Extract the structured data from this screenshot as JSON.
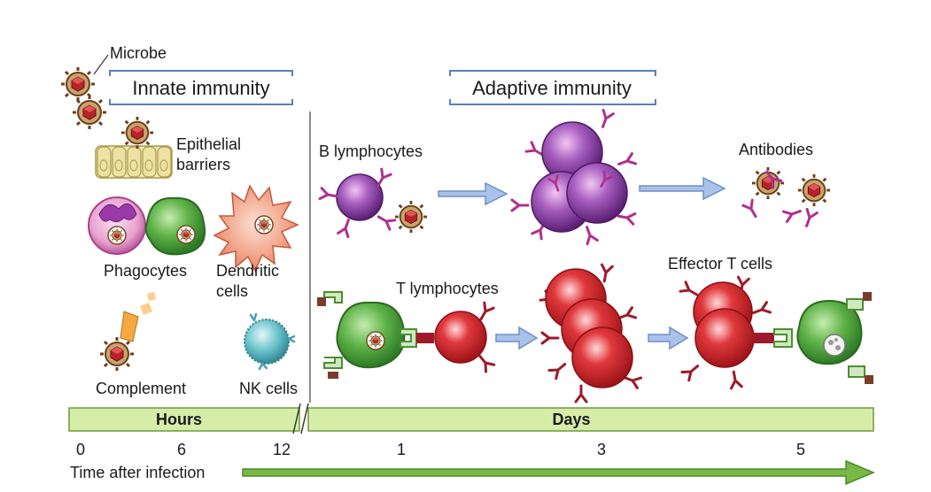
{
  "headers": {
    "innate": "Innate immunity",
    "adaptive": "Adaptive immunity"
  },
  "labels": {
    "microbe": "Microbe",
    "epithelial_1": "Epithelial",
    "epithelial_2": "barriers",
    "phagocytes": "Phagocytes",
    "dendritic_1": "Dendritic",
    "dendritic_2": "cells",
    "complement": "Complement",
    "nk_cells": "NK cells",
    "b_lymphocytes": "B lymphocytes",
    "antibodies": "Antibodies",
    "t_lymphocytes": "T lymphocytes",
    "effector_t": "Effector T cells"
  },
  "timeline": {
    "hours": "Hours",
    "days": "Days",
    "ticks": [
      "0",
      "6",
      "12",
      "1",
      "3",
      "5"
    ],
    "axis_label": "Time after infection"
  },
  "colors": {
    "band_fill": "#d6edaa",
    "band_stroke": "#6f9a3a",
    "arrow_green": "#5e9e2e",
    "arrow_blue": "#9fbbe6",
    "bracket_blue": "#5b7fb8",
    "b_cell": "#8a3fa0",
    "t_cell": "#d42a2f",
    "apc_green": "#4fa33e",
    "microbe_brown": "#7a4a22",
    "nk_teal": "#4fb3c0",
    "dendritic_salmon": "#ef9a7c"
  }
}
